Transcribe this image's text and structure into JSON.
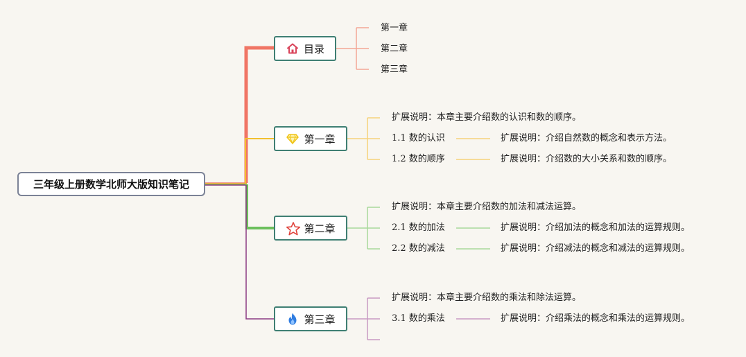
{
  "root": {
    "label": "三年级上册数学北师大版知识笔记"
  },
  "branches": {
    "toc": {
      "label": "目录",
      "icon": "house-icon",
      "color": "#f07565",
      "items": [
        "第一章",
        "第二章",
        "第三章"
      ]
    },
    "ch1": {
      "label": "第一章",
      "icon": "diamond-icon",
      "color": "#f2c02f",
      "summary": "扩展说明：本章主要介绍数的认识和数的顺序。",
      "sections": [
        {
          "title": "1.1 数的认识",
          "note": "扩展说明：介绍自然数的概念和表示方法。"
        },
        {
          "title": "1.2 数的顺序",
          "note": "扩展说明：介绍数的大小关系和数的顺序。"
        }
      ]
    },
    "ch2": {
      "label": "第二章",
      "icon": "star-icon",
      "color": "#6cbf5c",
      "summary": "扩展说明：本章主要介绍数的加法和减法运算。",
      "sections": [
        {
          "title": "2.1 数的加法",
          "note": "扩展说明：介绍加法的概念和加法的运算规则。"
        },
        {
          "title": "2.2 数的减法",
          "note": "扩展说明：介绍减法的概念和减法的运算规则。"
        }
      ]
    },
    "ch3": {
      "label": "第三章",
      "icon": "flame-icon",
      "color": "#8a3a82",
      "summary": "扩展说明：本章主要介绍数的乘法和除法运算。",
      "sections": [
        {
          "title": "3.1 数的乘法",
          "note": "扩展说明：介绍乘法的概念和乘法的运算规则。"
        }
      ]
    }
  }
}
